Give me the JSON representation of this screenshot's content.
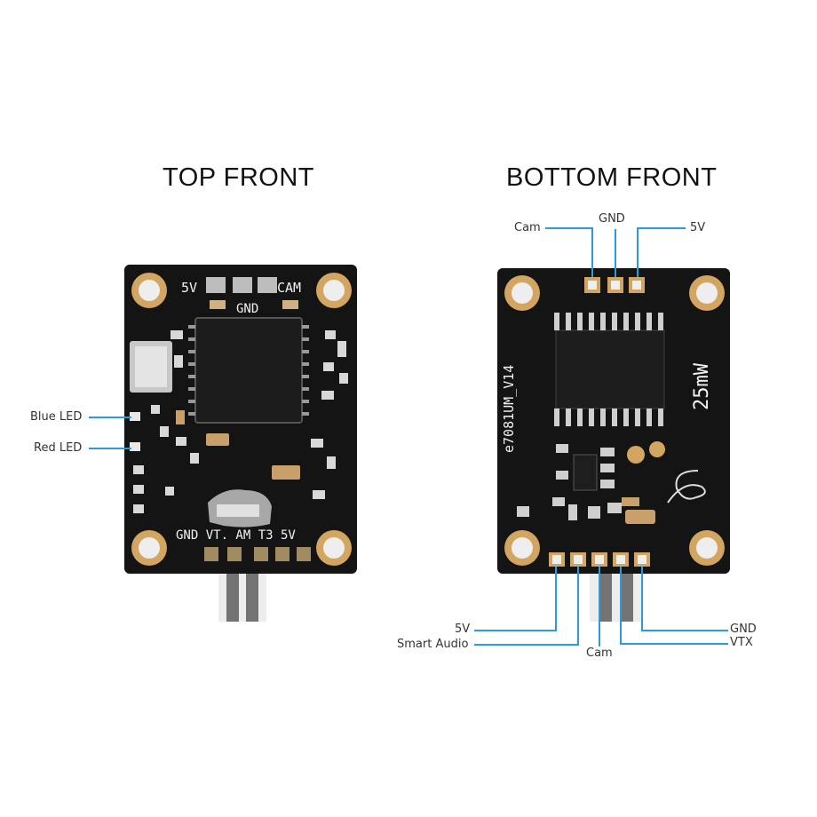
{
  "headings": {
    "top": "TOP FRONT",
    "bottom": "BOTTOM FRONT"
  },
  "top_board": {
    "silk_5v": "5V",
    "silk_cam": "CAM",
    "silk_gnd": "GND",
    "silk_bottom": "GND VT. AM T3 5V",
    "callouts": {
      "blue_led": "Blue LED",
      "red_led": "Red LED"
    }
  },
  "bottom_board": {
    "model_text": "e7081UM_V14",
    "power_text": "25mW",
    "callouts_top": {
      "cam": "Cam",
      "gnd": "GND",
      "v5": "5V"
    },
    "callouts_bottom": {
      "v5": "5V",
      "smart_audio": "Smart Audio",
      "cam": "Cam",
      "gnd": "GND",
      "vtx": "VTX"
    }
  },
  "colors": {
    "callout_line": "#2b9be0",
    "pcb": "#141414",
    "gold_pad": "#d2a560"
  }
}
